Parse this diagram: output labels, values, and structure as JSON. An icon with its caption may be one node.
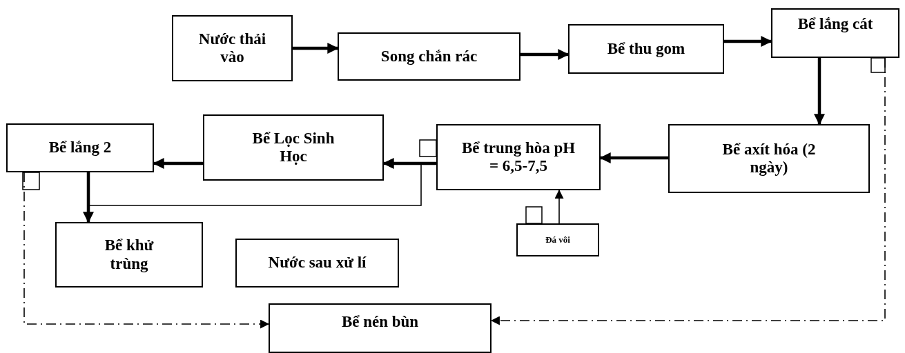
{
  "diagram": {
    "nodes": [
      {
        "text": [
          "Nước thải vào"
        ]
      },
      {
        "text": [
          "Song chắn rác"
        ]
      },
      {
        "text": [
          "Bể thu gom"
        ]
      },
      {
        "text": [
          "Bể lắng cát"
        ]
      },
      {
        "text": [
          "Bể axít hóa (2 ngày)"
        ]
      },
      {
        "text": [
          "Bể trung hòa pH = 6,5-7,5"
        ]
      },
      {
        "text": [
          "Bể Lọc Sinh Học"
        ]
      },
      {
        "text": [
          "Bể lắng 2"
        ]
      },
      {
        "text": [
          "Bể khử trùng"
        ]
      },
      {
        "text": [
          "Nước sau xử lí"
        ]
      },
      {
        "text": [
          "Bể nén bùn"
        ]
      },
      {
        "text": [
          "Đá vôi"
        ]
      }
    ],
    "edges": [
      {
        "from": 0,
        "to": 1,
        "arrow": "to"
      },
      {
        "from": 1,
        "to": 2,
        "arrow": "to"
      },
      {
        "from": 2,
        "to": 3,
        "arrow": "to"
      },
      {
        "from": 3,
        "to": 4,
        "arrow": "to"
      },
      {
        "from": 4,
        "to": 5,
        "arrow": "to"
      },
      {
        "from": 5,
        "to": 6,
        "arrow": "to"
      },
      {
        "from": 6,
        "to": 7,
        "arrow": "to"
      },
      {
        "from": 7,
        "to": 8,
        "arrow": "to"
      },
      {
        "from": 7,
        "to": 6,
        "arrow": "to"
      },
      {
        "from": 11,
        "to": 5,
        "arrow": "to"
      },
      {
        "from": 3,
        "to": 10,
        "arrow": "to",
        "style": "dashed"
      },
      {
        "from": 7,
        "to": 10,
        "arrow": "to",
        "style": "dashed"
      }
    ]
  }
}
